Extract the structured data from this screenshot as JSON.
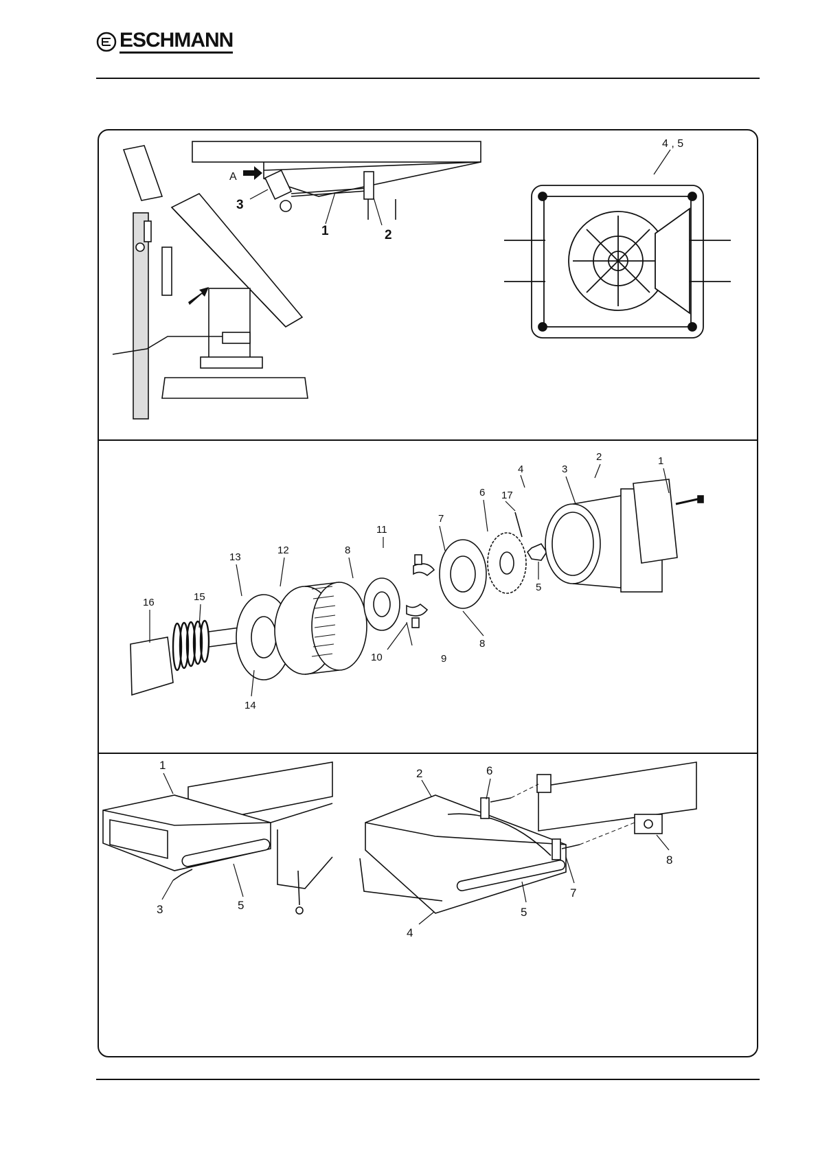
{
  "header": {
    "brand": "ESCHMANN"
  },
  "panel1": {
    "left_labels": {
      "a": "A",
      "l3": "3",
      "l1": "1",
      "l2": "2"
    },
    "right_labels": {
      "l45": "4 , 5"
    }
  },
  "panel2": {
    "labels": {
      "l1": "1",
      "l2": "2",
      "l3": "3",
      "l4": "4",
      "l5": "5",
      "l6": "6",
      "l7": "7",
      "l8a": "8",
      "l8b": "8",
      "l9": "9",
      "l10": "10",
      "l11": "11",
      "l12": "12",
      "l13": "13",
      "l14": "14",
      "l15": "15",
      "l16": "16",
      "l17": "17"
    }
  },
  "panel3": {
    "left_labels": {
      "l1": "1",
      "l3": "3",
      "l5": "5"
    },
    "right_labels": {
      "l2": "2",
      "l6": "6",
      "l7": "7",
      "l8": "8",
      "l4": "4",
      "l5": "5"
    }
  }
}
